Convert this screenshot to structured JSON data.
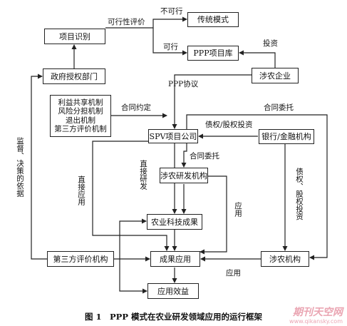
{
  "boxes": {
    "project_identification": "项目识别",
    "traditional_mode": "传统模式",
    "ppp_project_library": "PPP项目库",
    "gov_authorized_dept": "政府授权部门",
    "agri_enterprise": "涉农企业",
    "spv_company": "SPV项目公司",
    "bank_finance": "银行/金融机构",
    "agri_rd_institution": "涉农研发机构",
    "agri_tech_achievement": "农业科技成果",
    "third_party_evaluator": "第三方评价机构",
    "achievement_application": "成果应用",
    "agri_institution": "涉农机构",
    "application_benefit": "应用效益",
    "mechanisms": [
      "利益共享机制",
      "风险分担机制",
      "退出机制",
      "第三方评价机制"
    ]
  },
  "labels": {
    "not_feasible": "不可行",
    "feasibility_eval": "可行性评价",
    "feasible": "可行",
    "investment": "投资",
    "ppp_agreement": "PPP协议",
    "contract_agreement": "合同约定",
    "contract_entrust_top": "合同委托",
    "debt_equity_invest": "债权/股权投资",
    "contract_entrust_mid": "合同委托",
    "direct_rd": "直接研发",
    "direct_apply": "直接应用",
    "apply_right": "应用",
    "debt_equity_vertical": "债权、股权投资",
    "supervise": "监督、决策的依据",
    "apply_bottom": "应用"
  },
  "caption": "图 1　PPP 模式在农业研发领域应用的运行框架",
  "watermark": {
    "title": "期刊天空网",
    "url": "www.qikansky.com"
  }
}
